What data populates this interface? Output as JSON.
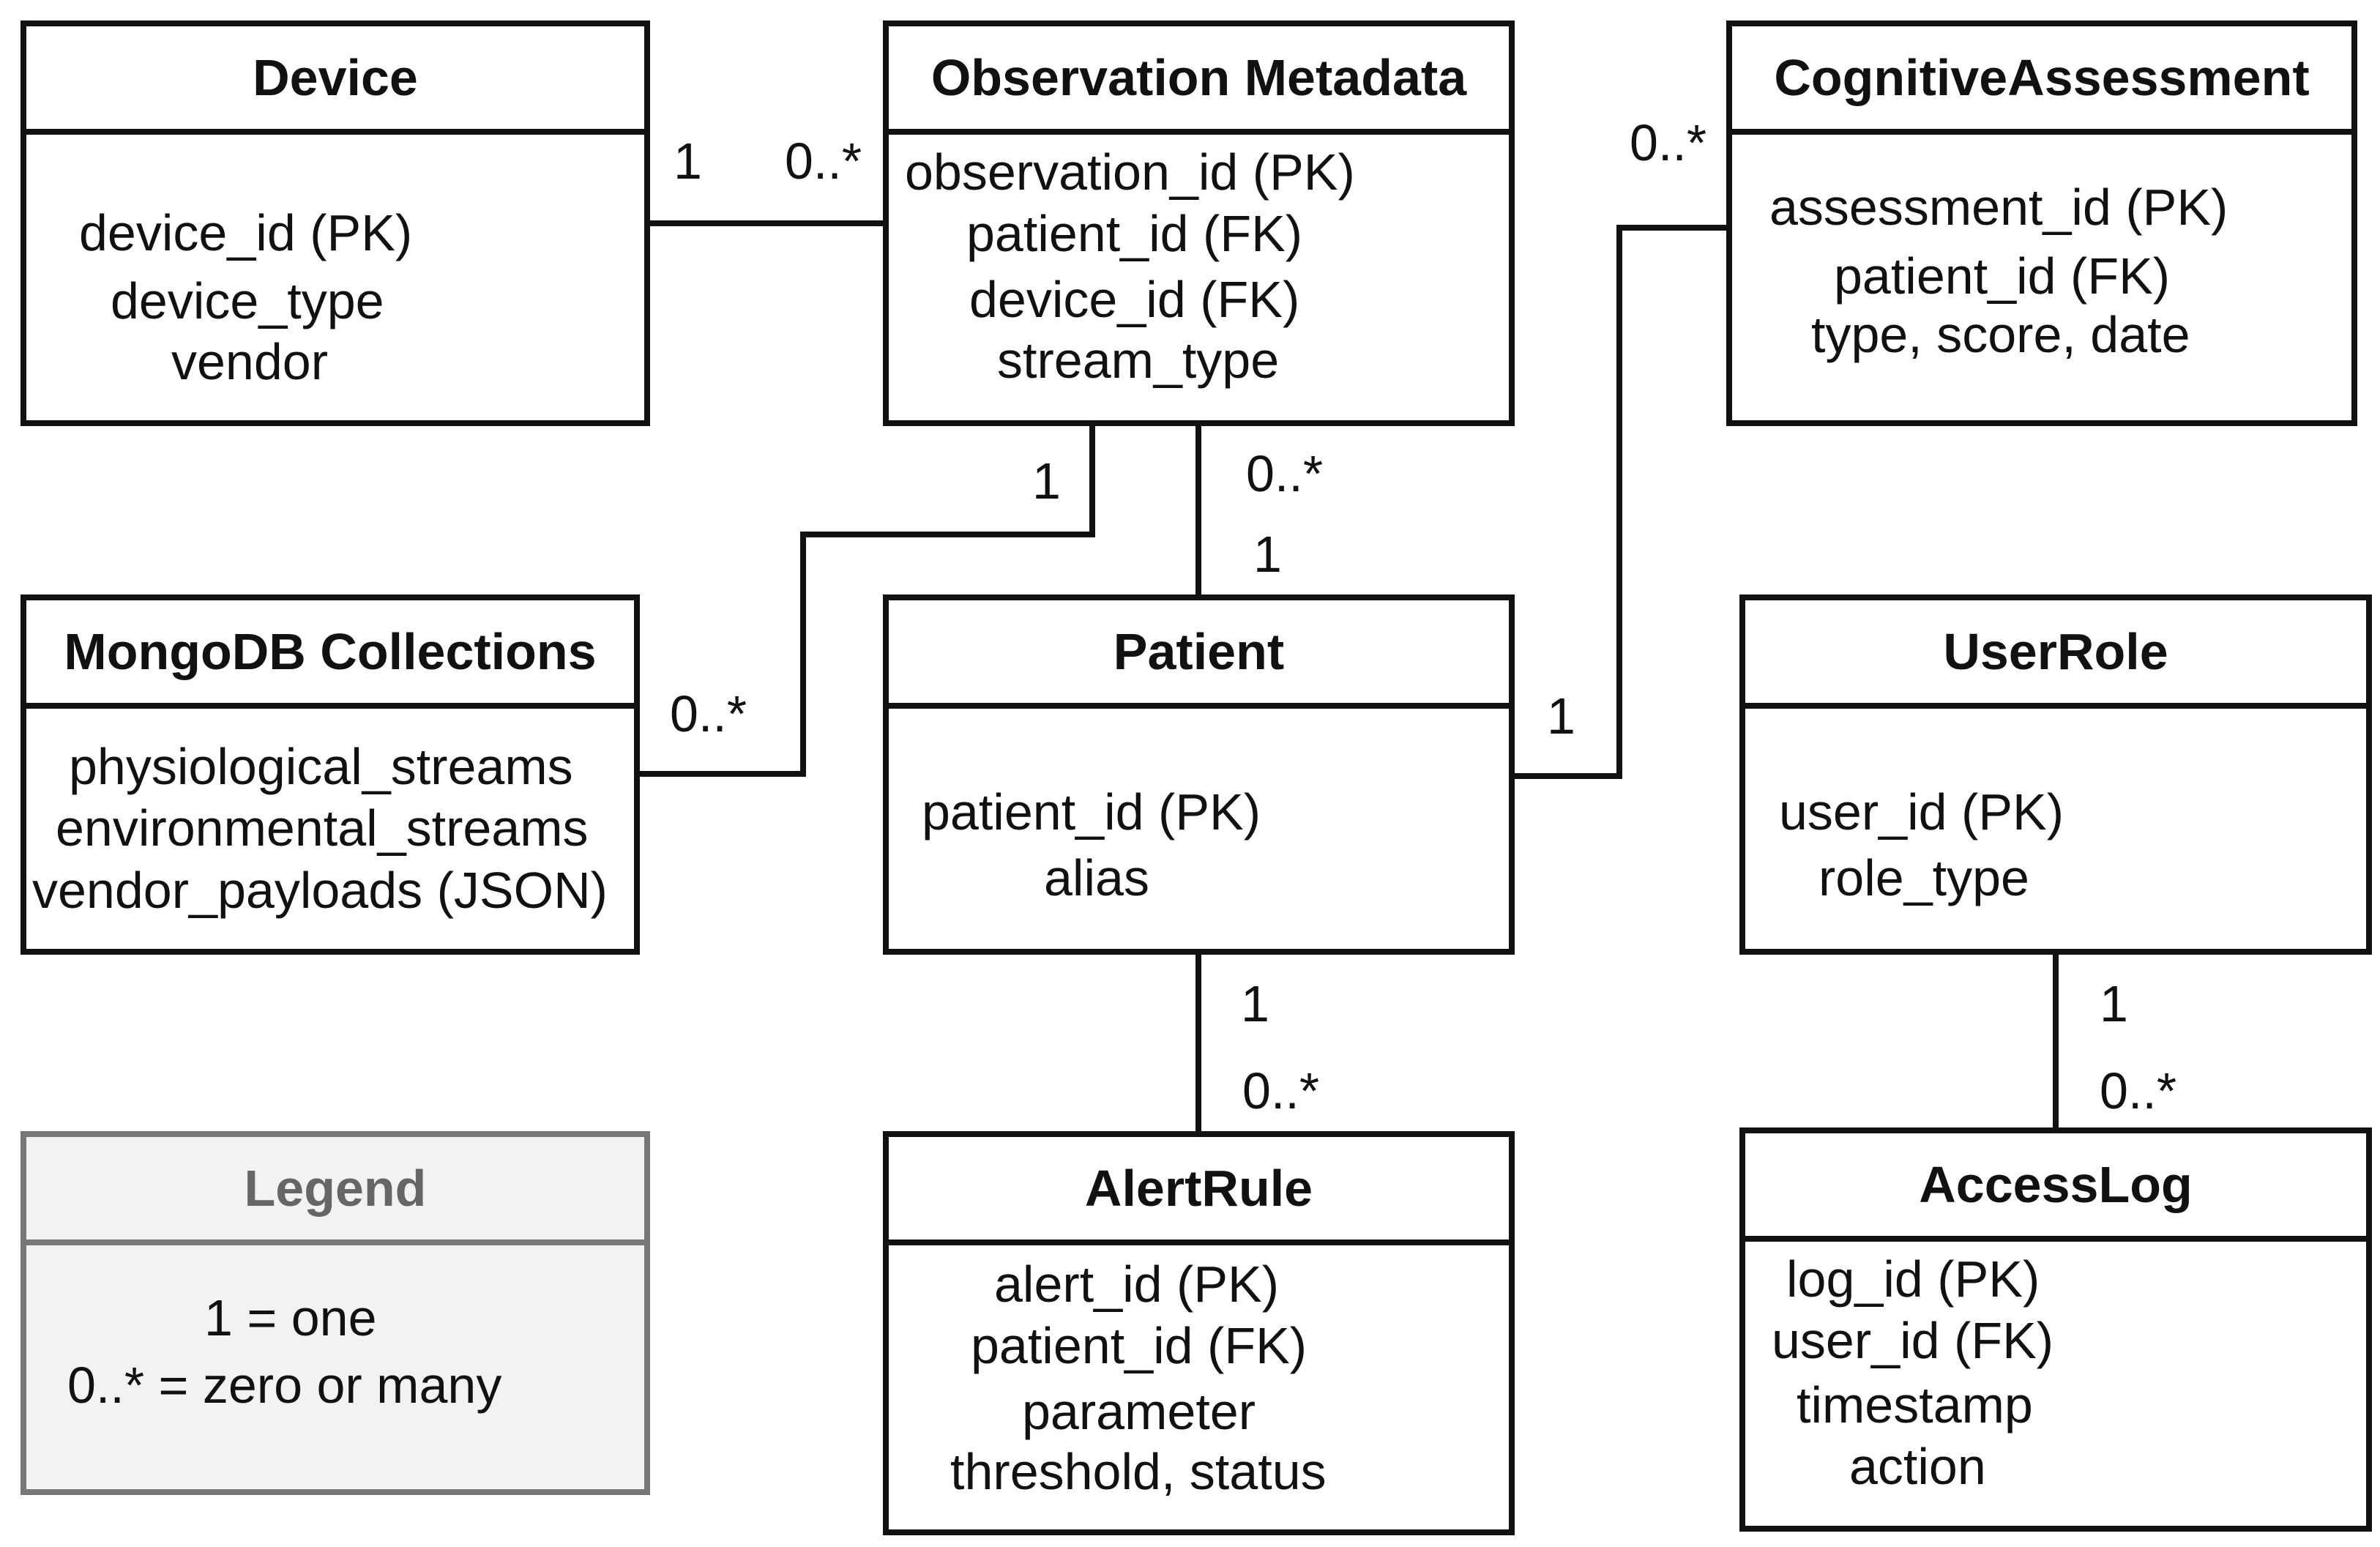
{
  "entities": {
    "device": {
      "title": "Device",
      "attrs": [
        "device_id (PK)",
        "device_type",
        "vendor"
      ]
    },
    "observation": {
      "title": "Observation Metadata",
      "attrs": [
        "observation_id (PK)",
        "patient_id (FK)",
        "device_id (FK)",
        "stream_type"
      ]
    },
    "cognitive": {
      "title": "CognitiveAssessment",
      "attrs": [
        "assessment_id (PK)",
        "patient_id (FK)",
        "type, score, date"
      ]
    },
    "mongo": {
      "title": "MongoDB Collections",
      "attrs": [
        "physiological_streams",
        "environmental_streams",
        "vendor_payloads (JSON)"
      ]
    },
    "patient": {
      "title": "Patient",
      "attrs": [
        "patient_id (PK)",
        "alias"
      ]
    },
    "userrole": {
      "title": "UserRole",
      "attrs": [
        "user_id (PK)",
        "role_type"
      ]
    },
    "legend": {
      "title": "Legend",
      "attrs": [
        "1 = one",
        "0..* = zero or many"
      ]
    },
    "alertrule": {
      "title": "AlertRule",
      "attrs": [
        "alert_id (PK)",
        "patient_id (FK)",
        "parameter",
        "threshold, status"
      ]
    },
    "accesslog": {
      "title": "AccessLog",
      "attrs": [
        "log_id (PK)",
        "user_id (FK)",
        "timestamp",
        "action"
      ]
    }
  },
  "relationships": [
    {
      "from": "device",
      "to": "observation",
      "from_mult": "1",
      "to_mult": "0..*"
    },
    {
      "from": "observation",
      "to": "mongo",
      "from_mult": "1",
      "to_mult": "0..*"
    },
    {
      "from": "observation",
      "to": "patient",
      "from_mult": "0..*",
      "to_mult": "1"
    },
    {
      "from": "patient",
      "to": "cognitive",
      "from_mult": "1",
      "to_mult": "0..*"
    },
    {
      "from": "patient",
      "to": "alertrule",
      "from_mult": "1",
      "to_mult": "0..*"
    },
    {
      "from": "userrole",
      "to": "accesslog",
      "from_mult": "1",
      "to_mult": "0..*"
    }
  ]
}
